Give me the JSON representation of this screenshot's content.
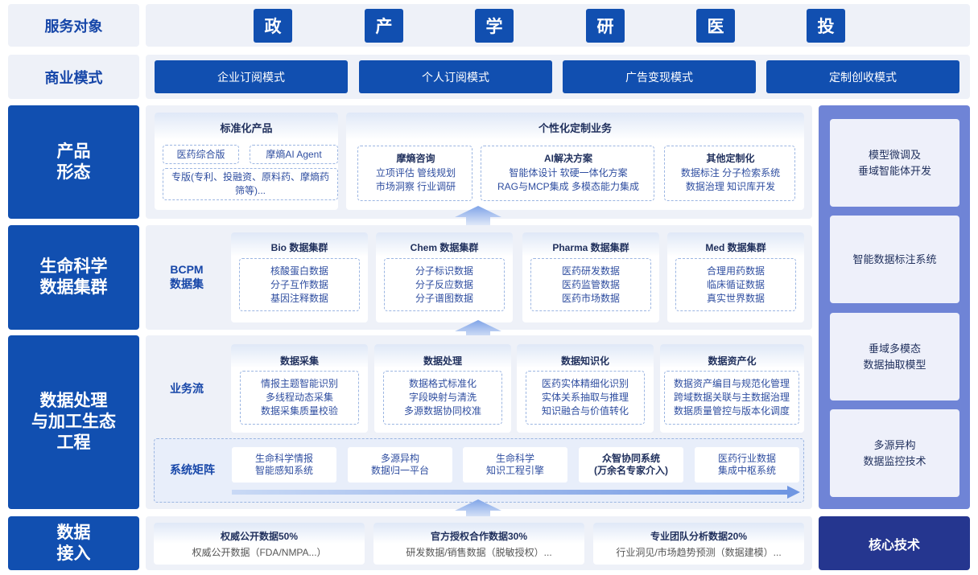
{
  "left_labels": {
    "audience": "服务对象",
    "business": "商业模式",
    "product": "产品\n形态",
    "cluster": "生命科学\n数据集群",
    "processing": "数据处理\n与加工生态\n工程",
    "ingest": "数据\n接入"
  },
  "audience": [
    "政",
    "产",
    "学",
    "研",
    "医",
    "投"
  ],
  "business_models": [
    "企业订阅模式",
    "个人订阅模式",
    "广告变现模式",
    "定制创收模式"
  ],
  "product": {
    "standard": {
      "title": "标准化产品",
      "tags": [
        "医药综合版",
        "摩熵AI Agent"
      ],
      "special": "专版(专利、投融资、原料药、摩熵药\n筛等)..."
    },
    "custom": {
      "title": "个性化定制业务",
      "groups": [
        {
          "title": "摩熵咨询",
          "text": "立项评估  管线规划\n市场洞察  行业调研"
        },
        {
          "title": "AI解决方案",
          "text": "智能体设计    软硬一体化方案\nRAG与MCP集成  多模态能力集成"
        },
        {
          "title": "其他定制化",
          "text": "数据标注  分子检索系统\n数据治理  知识库开发"
        }
      ]
    }
  },
  "cluster": {
    "label": "BCPM\n数据集",
    "groups": [
      {
        "title": "Bio 数据集群",
        "text": "核酸蛋白数据\n分子互作数据\n基因注释数据"
      },
      {
        "title": "Chem 数据集群",
        "text": "分子标识数据\n分子反应数据\n分子谱图数据"
      },
      {
        "title": "Pharma 数据集群",
        "text": "医药研发数据\n医药监管数据\n医药市场数据"
      },
      {
        "title": "Med 数据集群",
        "text": "合理用药数据\n临床循证数据\n真实世界数据"
      }
    ]
  },
  "processing": {
    "flow_label": "业务流",
    "flow": [
      {
        "title": "数据采集",
        "text": "情报主题智能识别\n多线程动态采集\n数据采集质量校验"
      },
      {
        "title": "数据处理",
        "text": "数据格式标准化\n字段映射与清洗\n多源数据协同校准"
      },
      {
        "title": "数据知识化",
        "text": "医药实体精细化识别\n实体关系抽取与推理\n知识融合与价值转化"
      },
      {
        "title": "数据资产化",
        "text": "数据资产编目与规范化管理\n跨域数据关联与主数据治理\n数据质量管控与版本化调度"
      }
    ],
    "matrix_label": "系统矩阵",
    "matrix": [
      {
        "text": "生命科学情报\n智能感知系统",
        "bold": false
      },
      {
        "text": "多源异构\n数据归一平台",
        "bold": false
      },
      {
        "text": "生命科学\n知识工程引擎",
        "bold": false
      },
      {
        "text": "众智协同系统\n(万余名专家介入)",
        "bold": true
      },
      {
        "text": "医药行业数据\n集成中枢系统",
        "bold": false
      }
    ]
  },
  "ingest": [
    {
      "title": "权威公开数据50%",
      "text": "权威公开数据（FDA/NMPA...）"
    },
    {
      "title": "官方授权合作数据30%",
      "text": "研发数据/销售数据（脱敏授权）..."
    },
    {
      "title": "专业团队分析数据20%",
      "text": "行业洞见/市场趋势预测（数据建模）..."
    }
  ],
  "core_tech": {
    "items": [
      "模型微调及\n垂域智能体开发",
      "智能数据标注系统",
      "垂域多模态\n数据抽取模型",
      "多源异构\n数据监控技术"
    ],
    "label": "核心技术"
  },
  "colors": {
    "primary": "#114fb0",
    "panel": "#eef1f8",
    "right_panel": "#6f84d6",
    "core": "#25368f",
    "arrow": "#8fb0ea"
  },
  "icons": {
    "flow_arrow": "arrow-up-icon",
    "matrix_arrow": "arrow-right-icon"
  }
}
